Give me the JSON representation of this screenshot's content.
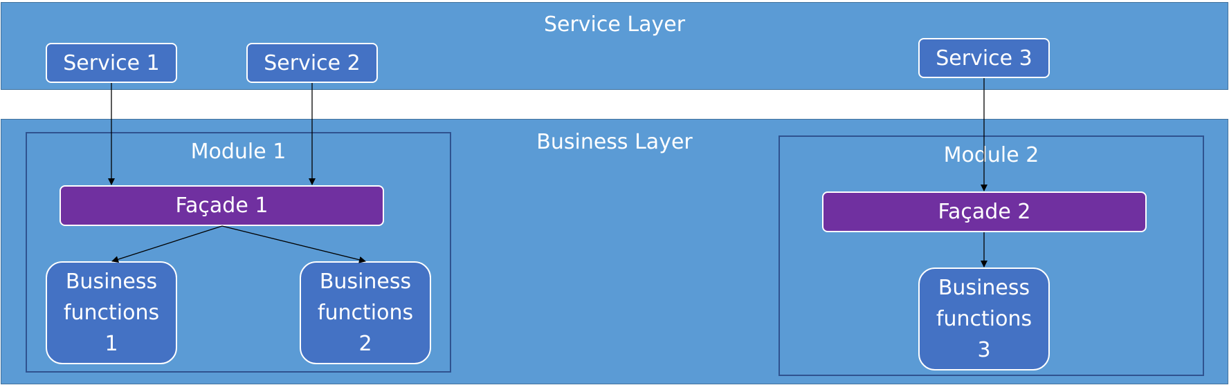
{
  "service_layer": {
    "title": "Service Layer",
    "services": [
      "Service 1",
      "Service 2",
      "Service 3"
    ]
  },
  "business_layer": {
    "title": "Business Layer",
    "modules": [
      {
        "title": "Module 1",
        "facade": "Façade 1",
        "functions": [
          [
            "Business",
            "functions",
            "1"
          ],
          [
            "Business",
            "functions",
            "2"
          ]
        ]
      },
      {
        "title": "Module 2",
        "facade": "Façade 2",
        "functions": [
          [
            "Business",
            "functions",
            "3"
          ]
        ]
      }
    ]
  },
  "colors": {
    "layer_fill": "#5b9bd5",
    "box_fill": "#4472c4",
    "facade_fill": "#7030a0",
    "module_border": "#2f528f",
    "text": "#ffffff"
  }
}
